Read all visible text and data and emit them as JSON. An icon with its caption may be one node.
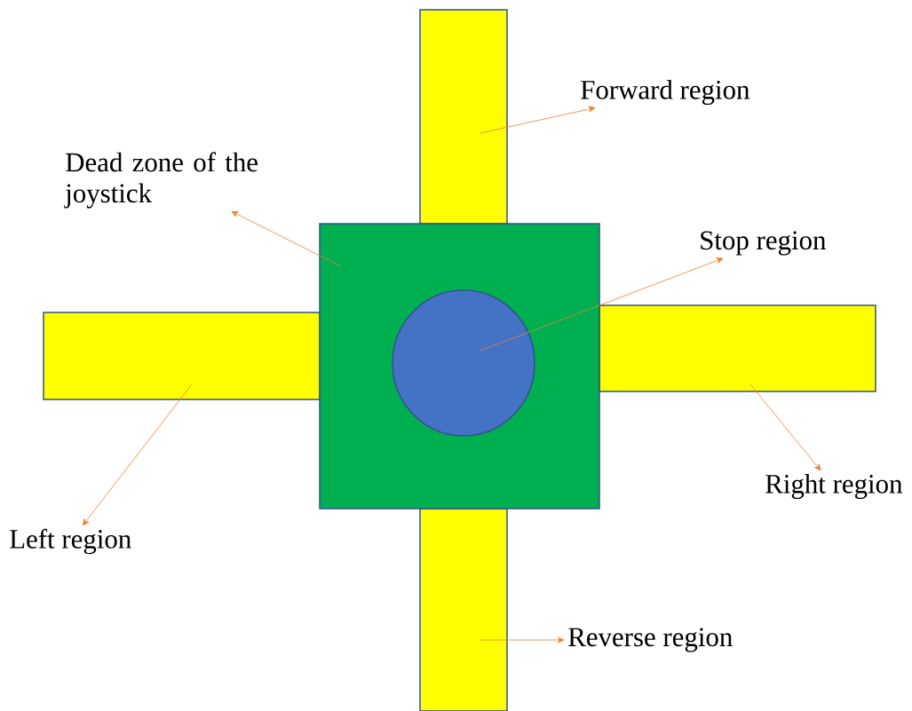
{
  "diagram": {
    "nodes": [
      {
        "text": [],
        "shape": "bar"
      },
      {
        "text": [
          "Forward region"
        ]
      },
      {
        "text": [
          "Dead zone of the joystick"
        ]
      },
      {
        "text": [],
        "shape": "box"
      },
      {
        "text": [
          "Stop region"
        ]
      },
      {
        "text": [],
        "shape": "circle",
        "in": 3
      },
      {
        "text": [],
        "shape": "bar"
      },
      {
        "text": [],
        "shape": "bar"
      },
      {
        "text": [
          "Right region"
        ]
      },
      {
        "text": [
          "Left region"
        ]
      },
      {
        "text": [],
        "shape": "bar"
      },
      {
        "text": [
          "Reverse region"
        ]
      }
    ],
    "edges": [
      {
        "from": 0,
        "to": 1,
        "arrow": "to"
      },
      {
        "from": 3,
        "to": 2,
        "arrow": "to"
      },
      {
        "from": 5,
        "to": 4,
        "arrow": "to"
      },
      {
        "from": 7,
        "to": 8,
        "arrow": "to"
      },
      {
        "from": 6,
        "to": 9,
        "arrow": "to"
      },
      {
        "from": 10,
        "to": 11,
        "arrow": "to"
      }
    ]
  }
}
